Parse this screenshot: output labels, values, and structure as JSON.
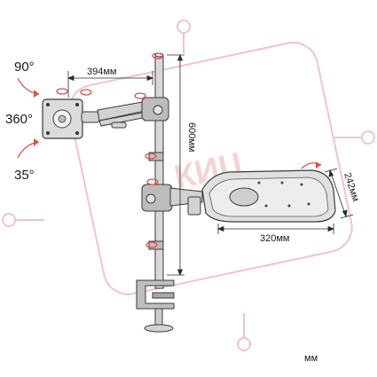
{
  "angles": {
    "tilt_up": "90°",
    "rotation": "360°",
    "tilt_down": "35°"
  },
  "dimensions": {
    "arm_length": "394мм",
    "pole_height": "600мм",
    "tray_width": "320мм",
    "tray_depth": "242мм"
  },
  "unit_note": "мм",
  "colors": {
    "line": "#3a3a3a",
    "metal": "#c9c9c9",
    "rotation_arrow": "#d9534f",
    "watermark": "#f2c4c4"
  }
}
